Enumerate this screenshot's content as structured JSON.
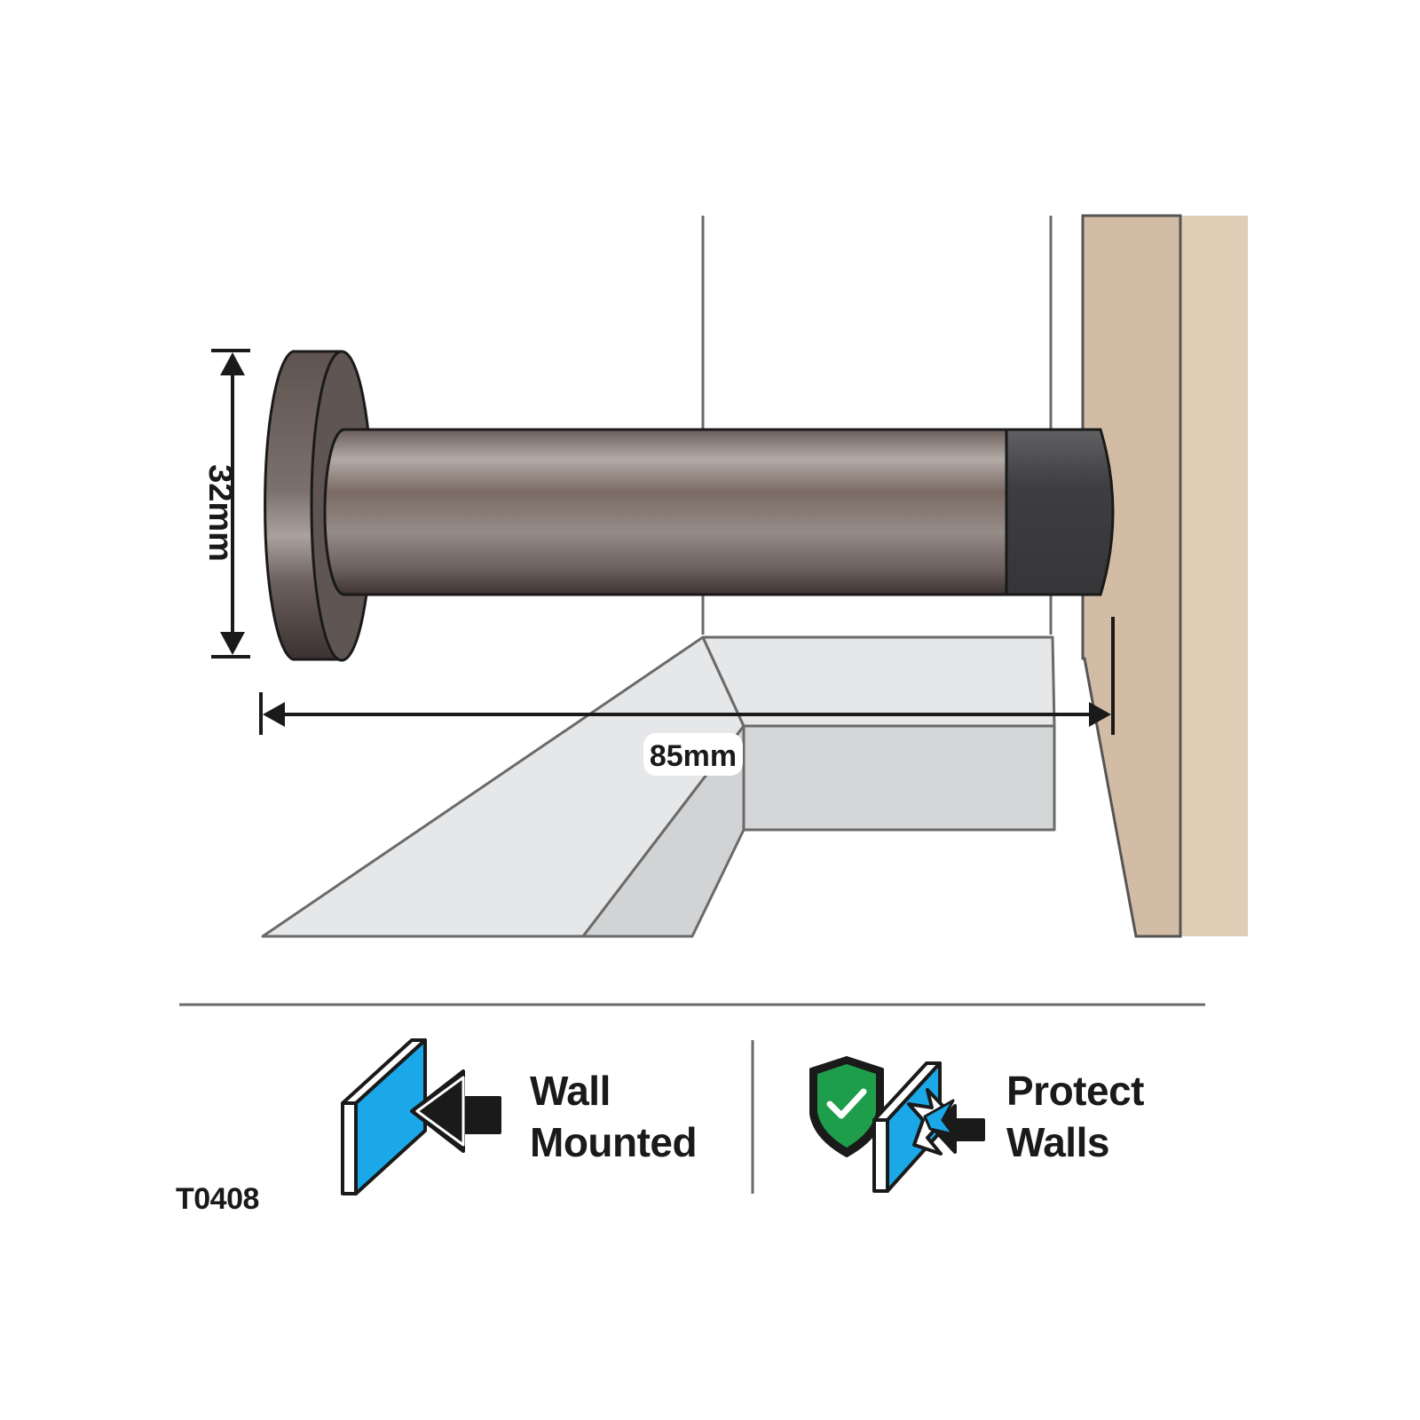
{
  "dimensions": {
    "height_label": "32mm",
    "length_label": "85mm"
  },
  "features": [
    {
      "icon": "wall-mount-icon",
      "line1": "Wall",
      "line2": "Mounted"
    },
    {
      "icon": "shield-check-icon",
      "line1": "Protect",
      "line2": "Walls"
    }
  ],
  "product_code": "T0408",
  "colors": {
    "stopper_metal": "#6e6360",
    "stopper_tip": "#3b3b3d",
    "door": "#d3bca5",
    "door_edge": "#e0cdb6",
    "wall_fill": "#e6e7e9",
    "icon_blue": "#1aa8e8",
    "shield_green": "#1e9d4a"
  }
}
